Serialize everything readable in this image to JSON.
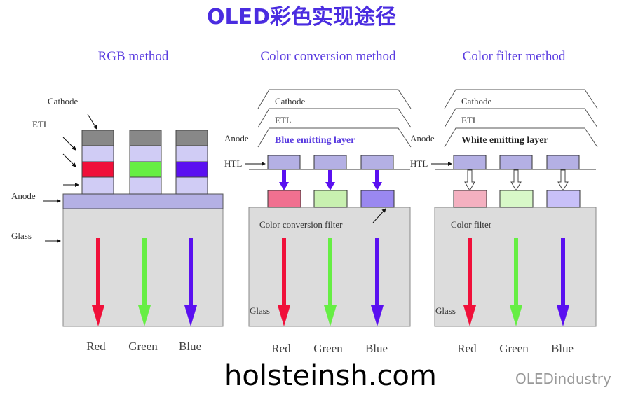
{
  "title": "OLED彩色实现途径",
  "panels": {
    "rgb": {
      "heading": "RGB method",
      "labels": {
        "cathode": "Cathode",
        "etl": "ETL",
        "anode": "Anode",
        "glass": "Glass"
      }
    },
    "ccm": {
      "heading": "Color conversion method",
      "labels": {
        "cathode": "Cathode",
        "etl": "ETL",
        "anode": "Anode",
        "htl": "HTL",
        "emitting": "Blue emitting layer",
        "filter": "Color conversion filter",
        "glass": "Glass"
      }
    },
    "cf": {
      "heading": "Color filter method",
      "labels": {
        "cathode": "Cathode",
        "etl": "ETL",
        "anode": "Anode",
        "htl": "HTL",
        "emitting": "White emitting layer",
        "filter": "Color filter",
        "glass": "Glass"
      }
    }
  },
  "colors_labels": [
    "Red",
    "Green",
    "Blue"
  ],
  "colors": {
    "red": "#f0103a",
    "green": "#66ee44",
    "blue": "#5a10f0",
    "title": "#4a2ce0"
  },
  "watermark": {
    "logo": "OLEDindustry",
    "site": "holsteinsh.com"
  }
}
